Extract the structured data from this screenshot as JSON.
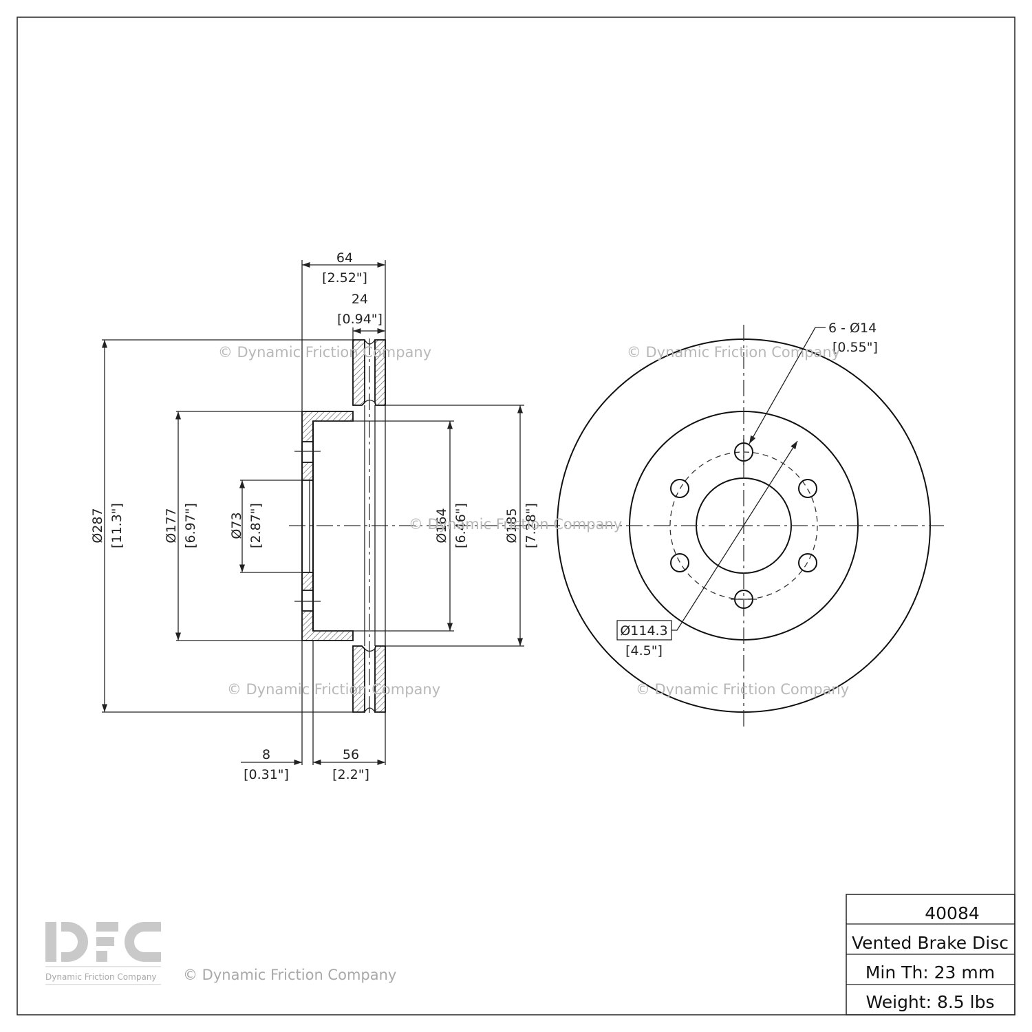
{
  "side_view": {
    "dims": {
      "overall_width": {
        "mm": "64",
        "in": "[2.52\"]"
      },
      "rotor_thickness": {
        "mm": "24",
        "in": "[0.94\"]"
      },
      "outer_diameter": {
        "mm": "Ø287",
        "in": "[11.3\"]"
      },
      "hat_diameter": {
        "mm": "Ø177",
        "in": "[6.97\"]"
      },
      "center_bore": {
        "mm": "Ø73",
        "in": "[2.87\"]"
      },
      "inner_hat_diameter": {
        "mm": "Ø164",
        "in": "[6.46\"]"
      },
      "friction_inner_diameter": {
        "mm": "Ø185",
        "in": "[7.28\"]"
      },
      "hat_wall": {
        "mm": "8",
        "in": "[0.31\"]"
      },
      "offset": {
        "mm": "56",
        "in": "[2.2\"]"
      }
    }
  },
  "front_view": {
    "bolt_holes": {
      "count_dia": "6 - Ø14",
      "in": "[0.55\"]"
    },
    "bolt_circle": {
      "mm": "Ø114.3",
      "in": "[4.5\"]"
    }
  },
  "watermark": "© Dynamic Friction Company",
  "logo": {
    "subtitle": "Dynamic Friction Company"
  },
  "title_block": {
    "part_number": "40084",
    "description": "Vented Brake Disc",
    "min_thickness": "Min Th: 23 mm",
    "weight": "Weight: 8.5 lbs"
  }
}
